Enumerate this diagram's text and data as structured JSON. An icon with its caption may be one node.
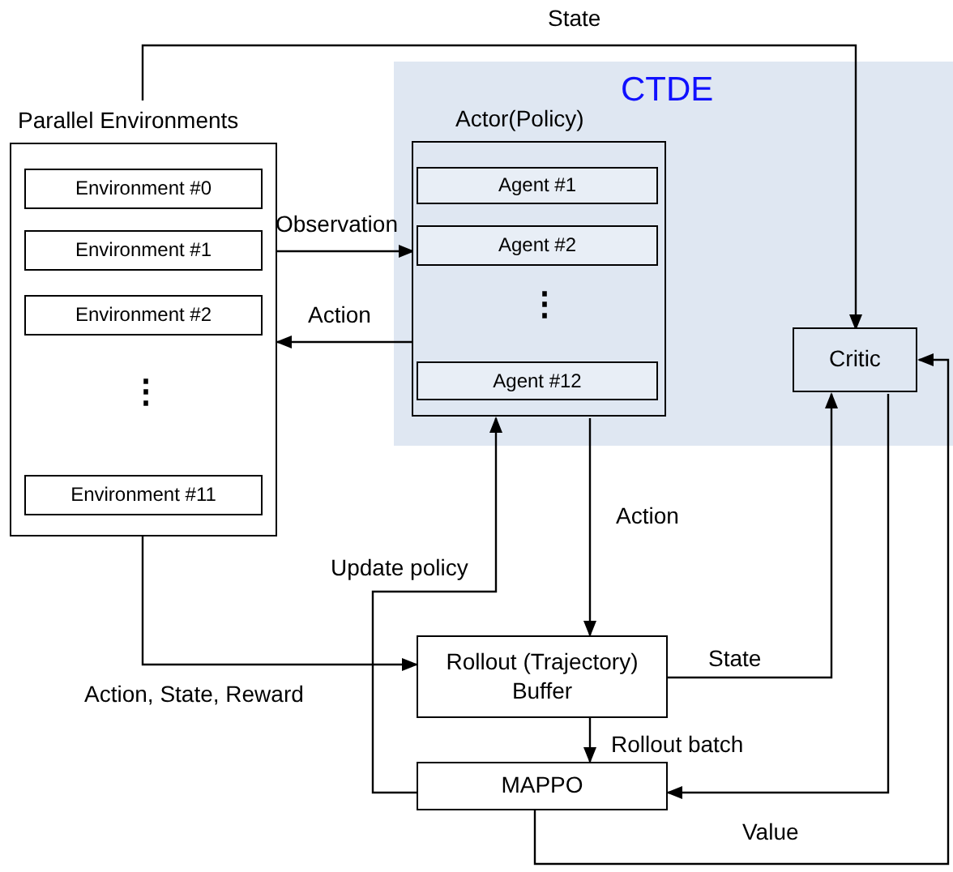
{
  "diagram": {
    "nodes": [
      {
        "text": [
          "CTDE"
        ]
      },
      {
        "text": [
          "Parallel Environments"
        ]
      },
      {
        "text": [
          "Environment #0"
        ],
        "in": 1
      },
      {
        "text": [
          "Environment #1"
        ],
        "in": 1
      },
      {
        "text": [
          "Environment #2"
        ],
        "in": 1
      },
      {
        "text": [
          "Environment #11"
        ],
        "in": 1
      },
      {
        "text": [
          "Actor(Policy)"
        ],
        "in": 0
      },
      {
        "text": [
          "Agent #1"
        ],
        "in": 6
      },
      {
        "text": [
          "Agent #2"
        ],
        "in": 6
      },
      {
        "text": [
          "Agent #12"
        ],
        "in": 6
      },
      {
        "text": [
          "Critic"
        ],
        "in": 0
      },
      {
        "text": [
          "Rollout (Trajectory) Buffer"
        ]
      },
      {
        "text": [
          "MAPPO"
        ]
      }
    ],
    "edges": [
      {
        "from": 1,
        "to": 10,
        "arrow": "to",
        "label": "State"
      },
      {
        "from": 1,
        "to": 6,
        "arrow": "to",
        "label": "Observation"
      },
      {
        "from": 6,
        "to": 1,
        "arrow": "to",
        "label": "Action"
      },
      {
        "from": 6,
        "to": 11,
        "arrow": "to",
        "label": "Action"
      },
      {
        "from": 1,
        "to": 11,
        "arrow": "to",
        "label": "Action, State, Reward"
      },
      {
        "from": 11,
        "to": 10,
        "arrow": "to",
        "label": "State"
      },
      {
        "from": 11,
        "to": 12,
        "arrow": "to",
        "label": "Rollout batch"
      },
      {
        "from": 10,
        "to": 12,
        "arrow": "to"
      },
      {
        "from": 12,
        "to": 6,
        "arrow": "to",
        "label": "Update policy"
      },
      {
        "from": 12,
        "to": 10,
        "arrow": "to",
        "label": "Value"
      }
    ],
    "labels": [
      "⋮",
      "⋮"
    ]
  }
}
